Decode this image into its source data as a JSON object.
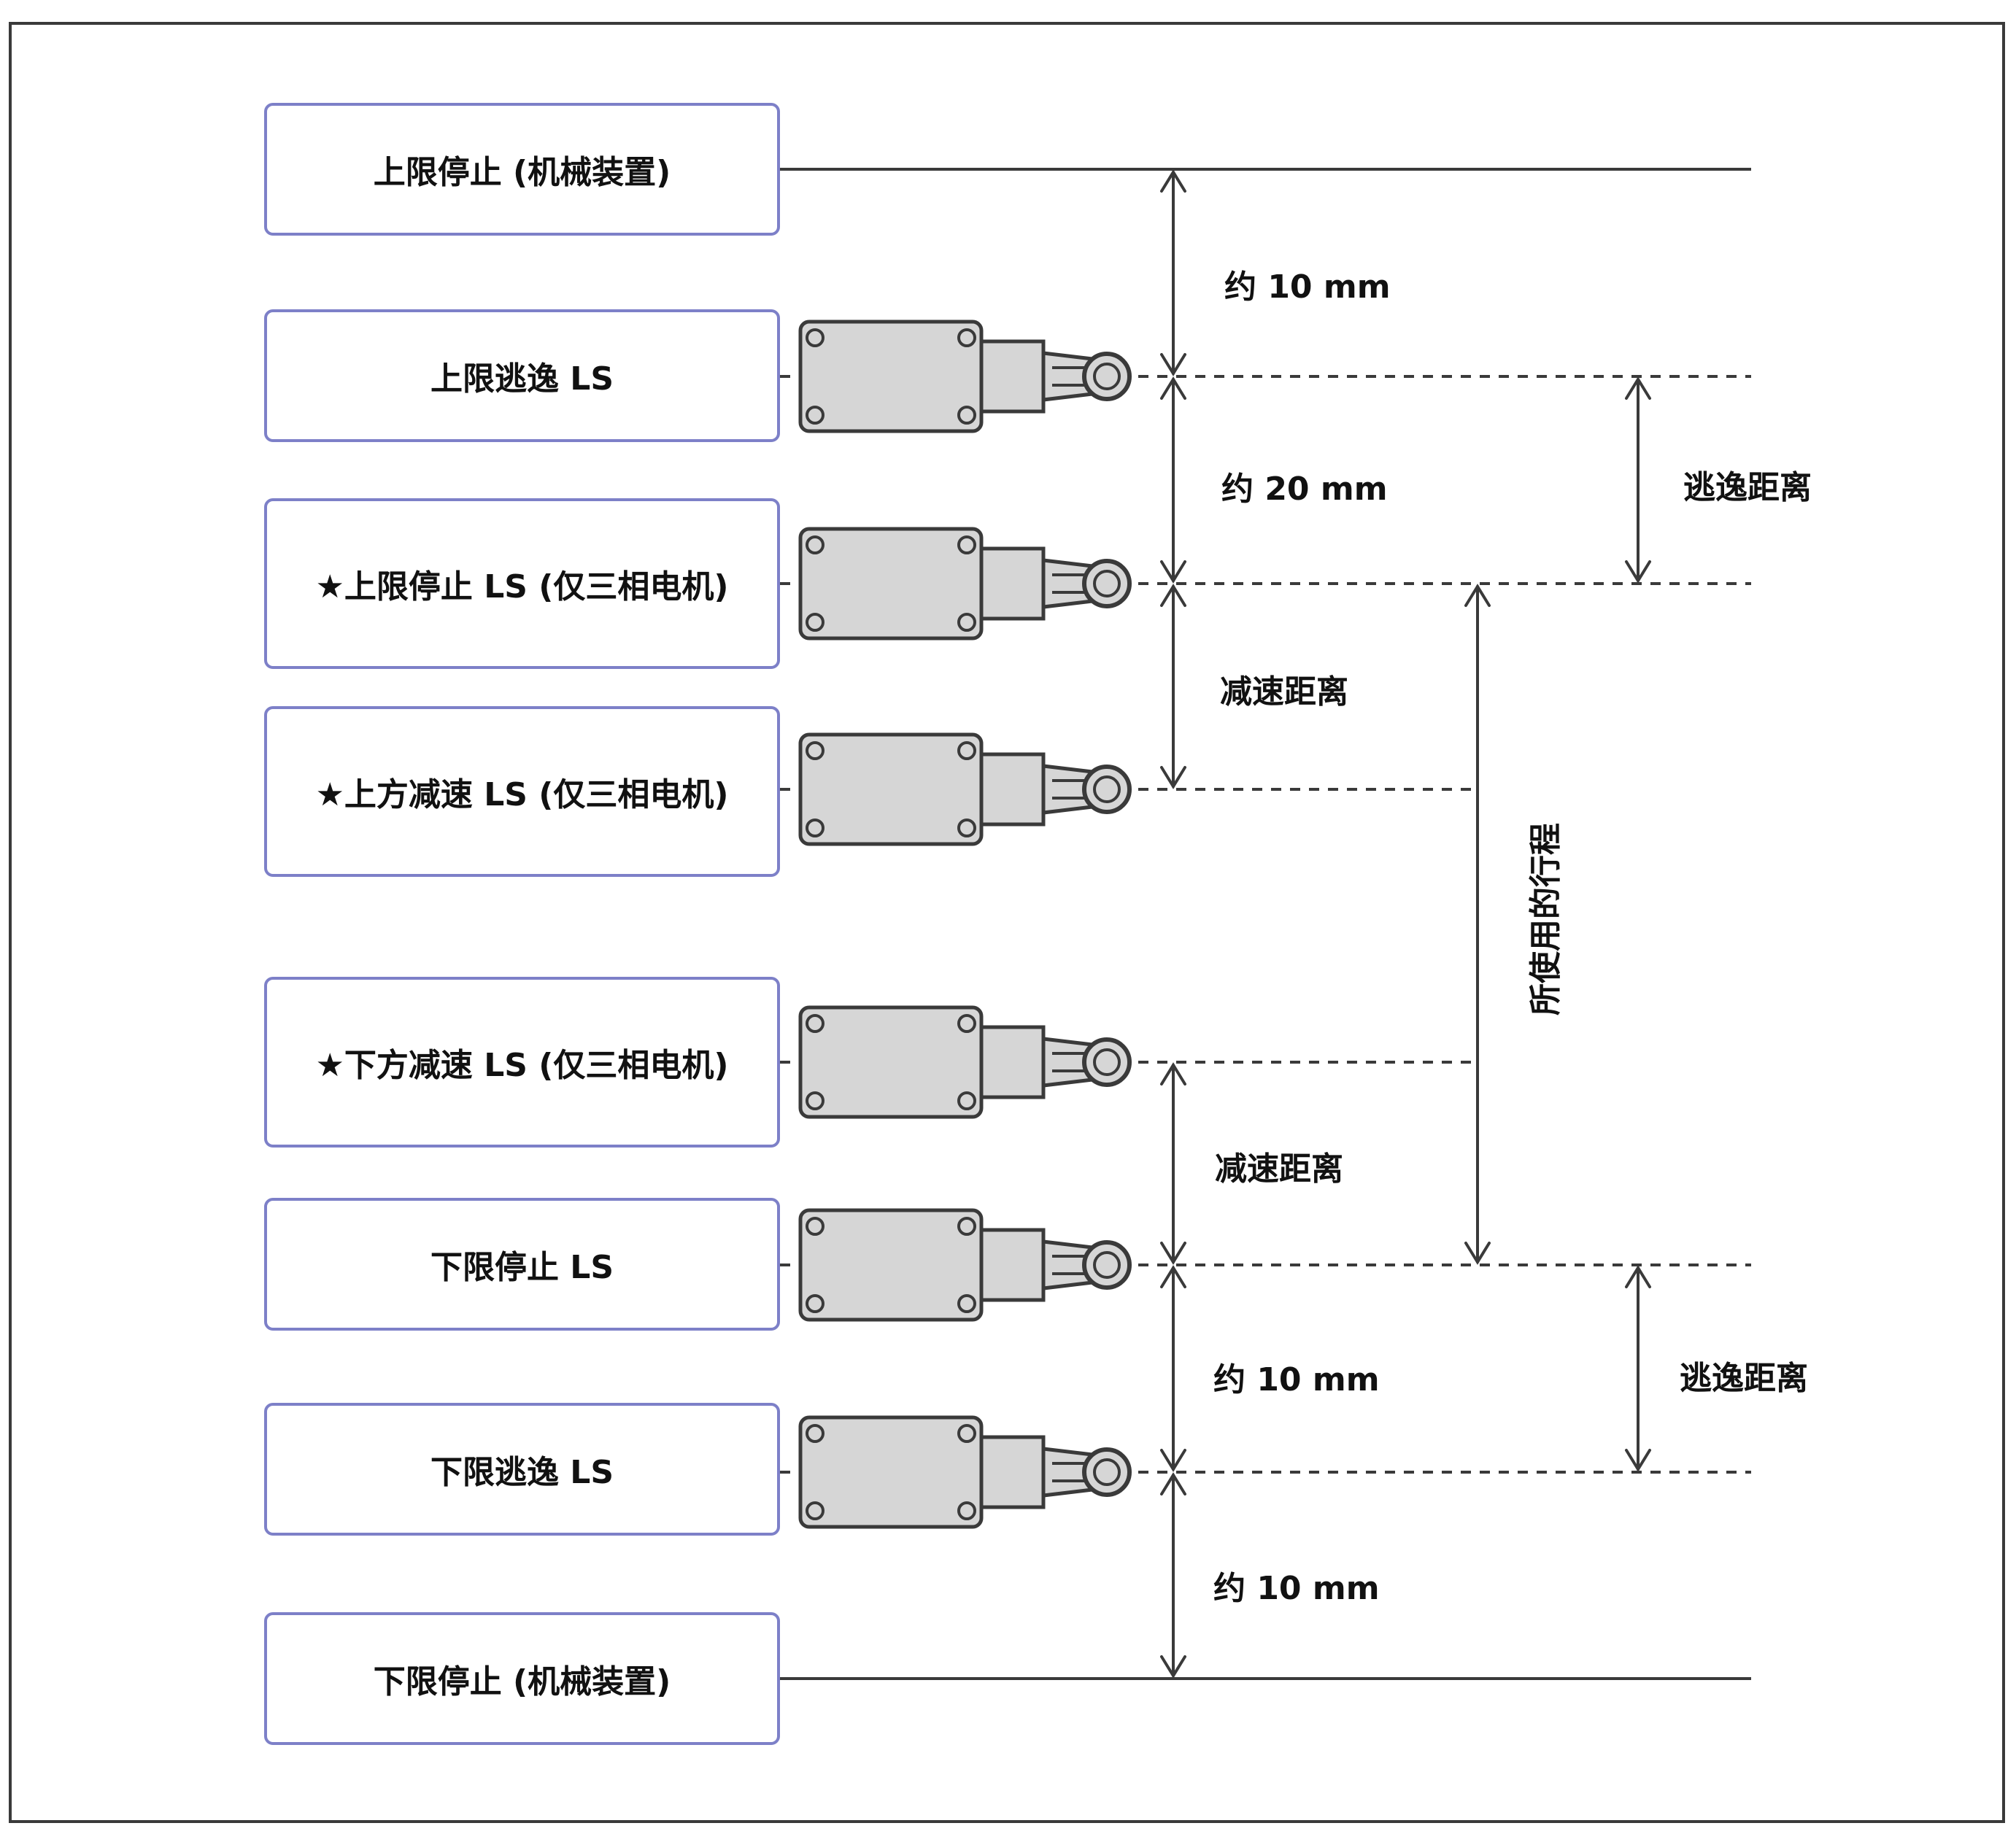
{
  "labels": {
    "upper_mech_stop": "上限停止 (机械装置)",
    "upper_escape_ls": "上限逃逸 LS",
    "upper_stop_ls": "★上限停止 LS (仅三相电机)",
    "upper_decel_ls": "★上方减速 LS (仅三相电机)",
    "lower_decel_ls": "★下方减速 LS (仅三相电机)",
    "lower_stop_ls": "下限停止 LS",
    "lower_escape_ls": "下限逃逸 LS",
    "lower_mech_stop": "下限停止 (机械装置)"
  },
  "dimensions": {
    "upper_gap_1": "约 10 mm",
    "upper_gap_2": "约 20 mm",
    "upper_decel": "减速距离",
    "upper_escape": "逃逸距离",
    "travel": "所使用的行程",
    "lower_decel": "减速距离",
    "lower_gap_1": "约 10 mm",
    "lower_escape": "逃逸距离",
    "lower_gap_2": "约 10 mm"
  },
  "colors": {
    "box_border": "#7d80c8",
    "switch_fill": "#d6d6d6",
    "switch_stroke": "#3a3a3a",
    "line": "#3a3a3a"
  }
}
